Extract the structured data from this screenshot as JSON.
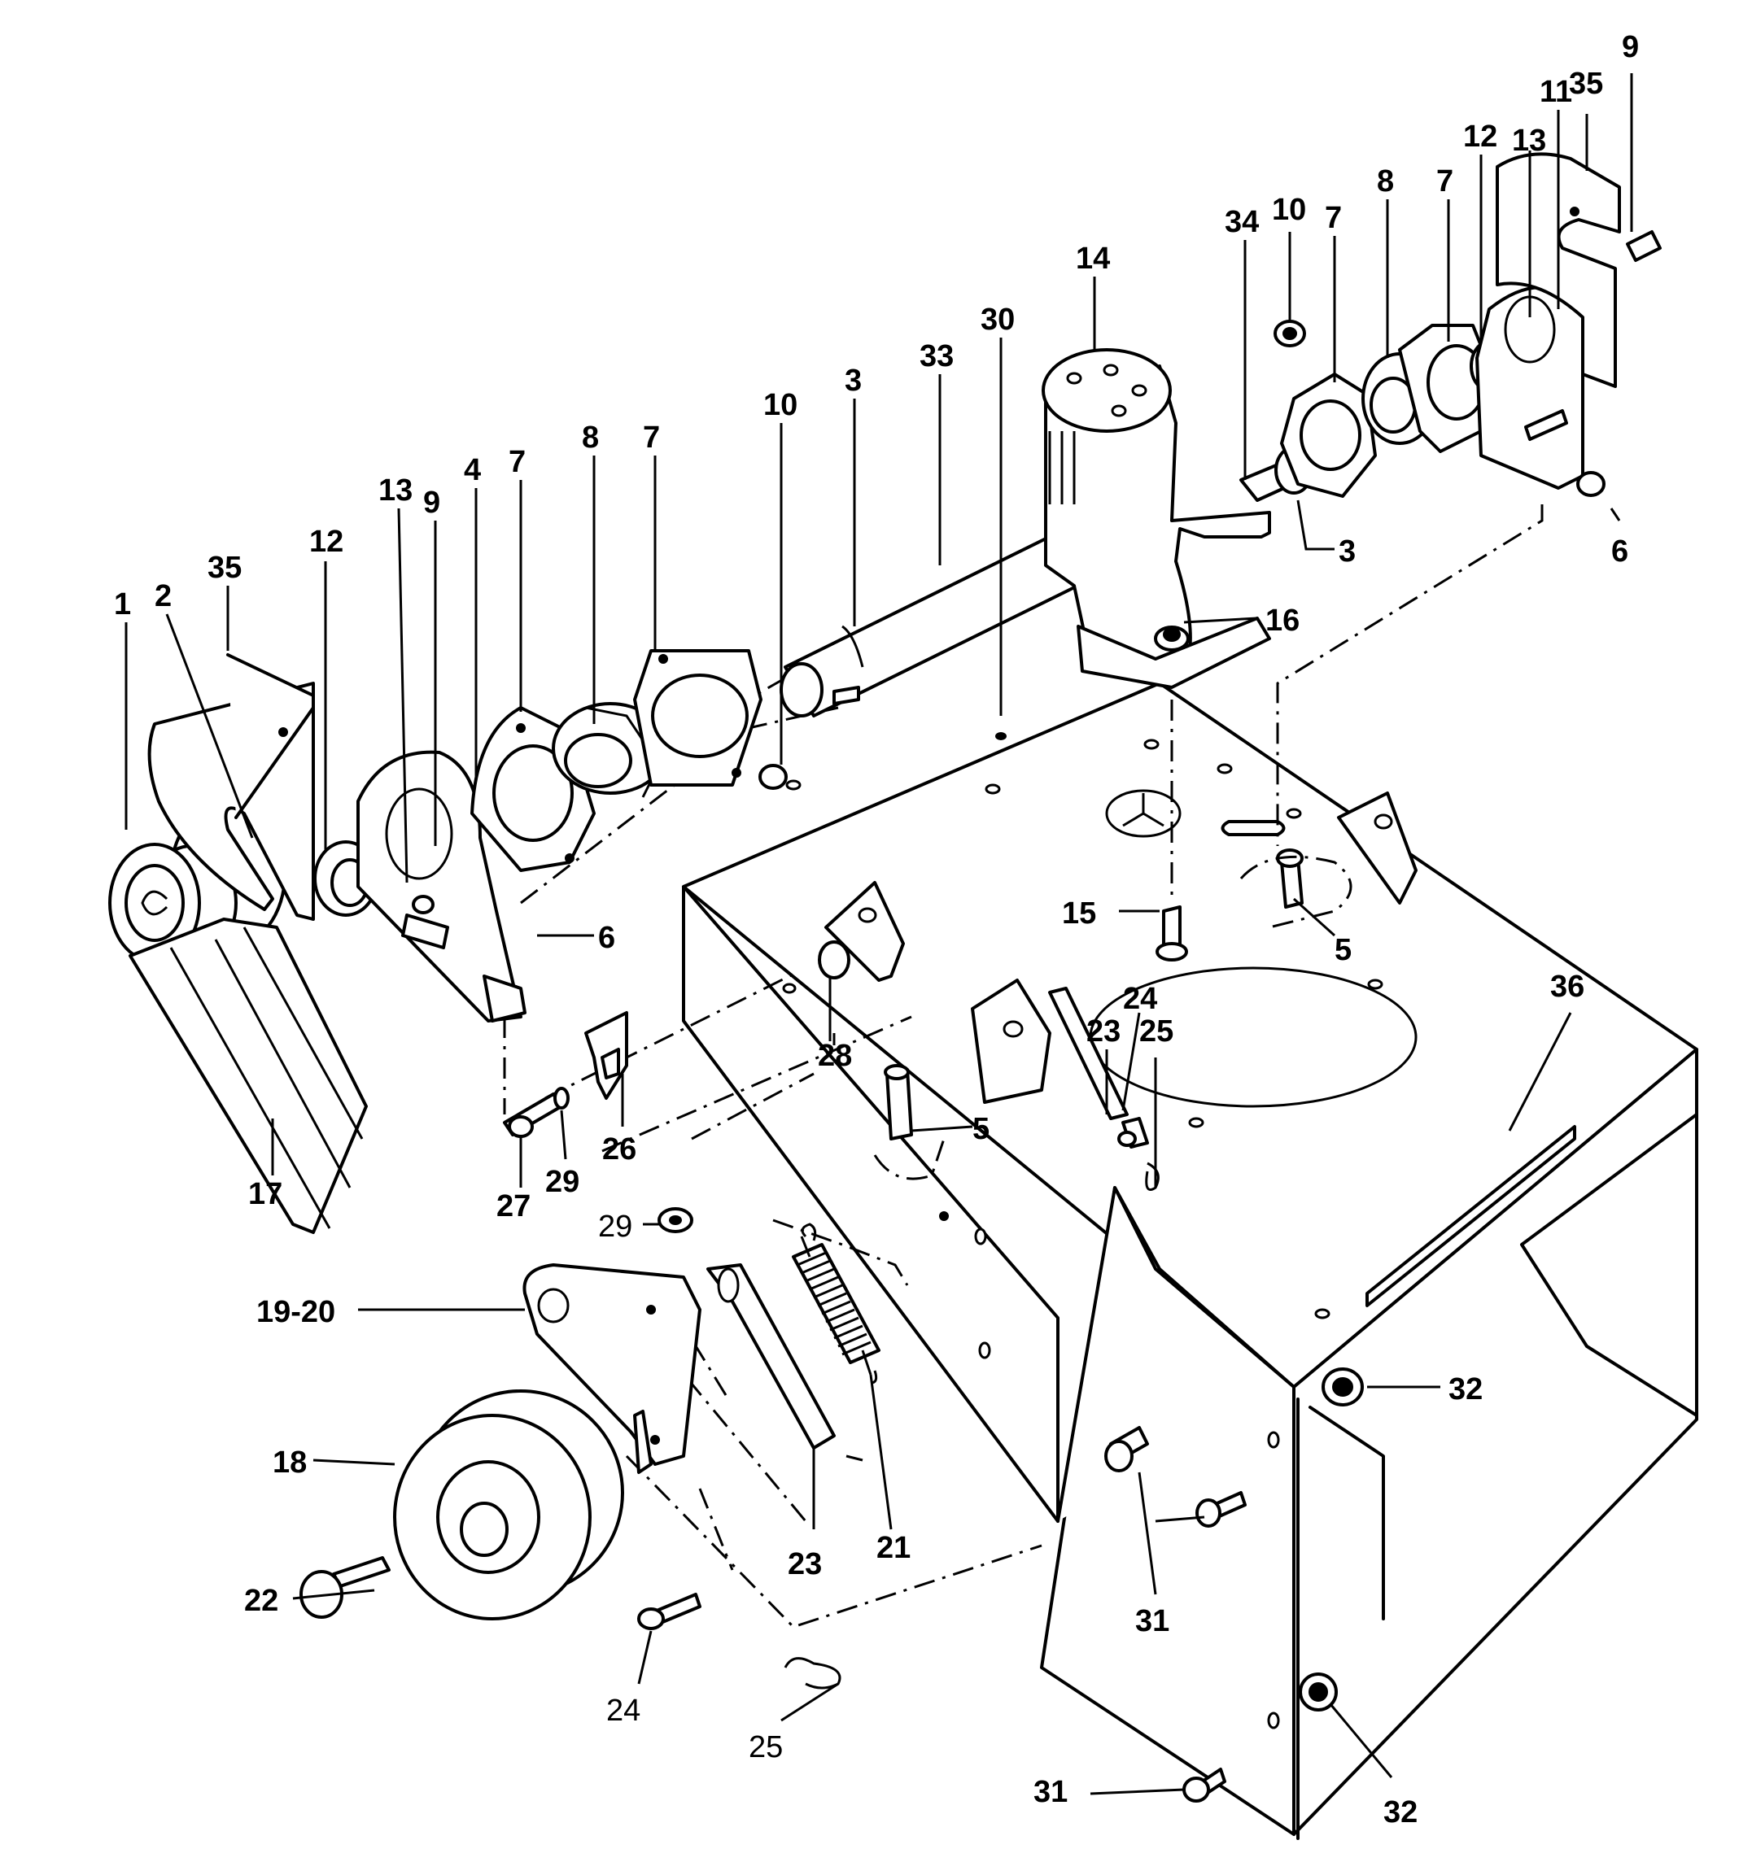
{
  "colors": {
    "ink": "#000000",
    "paper": "#ffffff"
  },
  "callouts": {
    "c1": "1",
    "c2": "2",
    "c35a": "35",
    "c12a": "12",
    "c13a": "13",
    "c9a": "9",
    "c4": "4",
    "c7a": "7",
    "c8a": "8",
    "c7b": "7",
    "c10a": "10",
    "c3a": "3",
    "c33": "33",
    "c30": "30",
    "c14": "14",
    "c34": "34",
    "c10b": "10",
    "c7c": "7",
    "c8b": "8",
    "c7d": "7",
    "c12b": "12",
    "c13b": "13",
    "c11": "11",
    "c35b": "35",
    "c9b": "9",
    "c3b": "3",
    "c6a": "6",
    "c16": "16",
    "c6b": "6",
    "c15": "15",
    "c5a": "5",
    "c24a": "24",
    "c23a": "23",
    "c25a": "25",
    "c28": "28",
    "c5b": "5",
    "c36": "36",
    "c17": "17",
    "c27": "27",
    "c29a": "29",
    "c26": "26",
    "c29b": "29",
    "c1920": "19-20",
    "c18": "18",
    "c22": "22",
    "c24b": "24",
    "c25b": "25",
    "c23b": "23",
    "c21": "21",
    "c32a": "32",
    "c31a": "31",
    "c31b": "31",
    "c32b": "32"
  }
}
